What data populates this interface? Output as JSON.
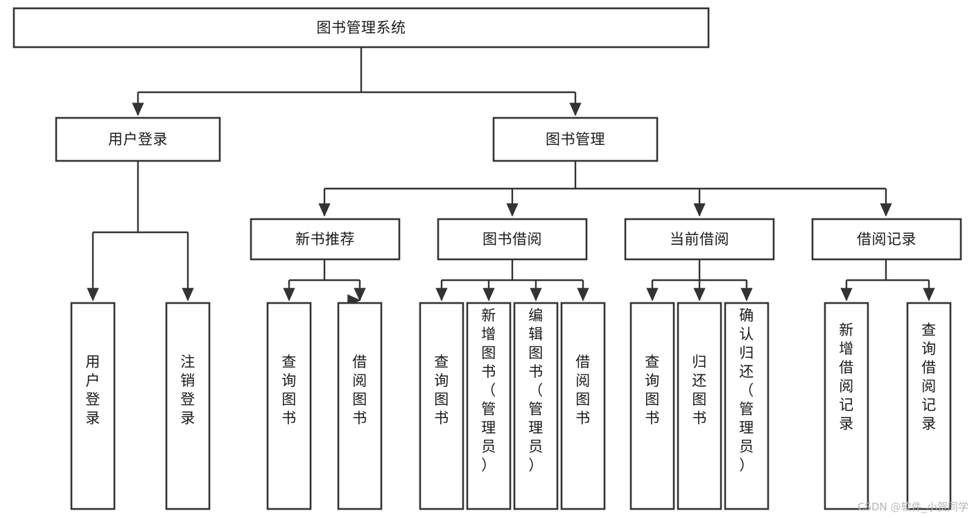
{
  "diagram": {
    "type": "tree-hierarchy-flowchart",
    "title": "图书管理系统",
    "orientation": "top-down",
    "colors": {
      "background": "#ffffff",
      "node_fill": "#ffffff",
      "node_stroke": "#333333",
      "text": "#1a1a1a",
      "watermark": "#b8b8b8"
    },
    "levels": [
      {
        "level": 1,
        "nodes": [
          {
            "id": "root",
            "label": "图书管理系统",
            "orientation": "horizontal"
          }
        ]
      },
      {
        "level": 2,
        "nodes": [
          {
            "id": "login",
            "label": "用户登录",
            "orientation": "horizontal",
            "parent": "root"
          },
          {
            "id": "bookmgmt",
            "label": "图书管理",
            "orientation": "horizontal",
            "parent": "root"
          }
        ]
      },
      {
        "level": 3,
        "nodes": [
          {
            "id": "newbook",
            "label": "新书推荐",
            "orientation": "horizontal",
            "parent": "bookmgmt"
          },
          {
            "id": "borrow",
            "label": "图书借阅",
            "orientation": "horizontal",
            "parent": "bookmgmt"
          },
          {
            "id": "current",
            "label": "当前借阅",
            "orientation": "horizontal",
            "parent": "bookmgmt"
          },
          {
            "id": "record",
            "label": "借阅记录",
            "orientation": "horizontal",
            "parent": "bookmgmt"
          }
        ]
      },
      {
        "level": 4,
        "nodes": [
          {
            "id": "leaf1",
            "label": "用户登录",
            "orientation": "vertical",
            "parent": "login"
          },
          {
            "id": "leaf2",
            "label": "注销登录",
            "orientation": "vertical",
            "parent": "login"
          },
          {
            "id": "leaf3",
            "label": "查询图书",
            "orientation": "vertical",
            "parent": "newbook"
          },
          {
            "id": "leaf4",
            "label": "借阅图书",
            "orientation": "vertical",
            "parent": "newbook"
          },
          {
            "id": "leaf5",
            "label": "查询图书",
            "orientation": "vertical",
            "parent": "borrow"
          },
          {
            "id": "leaf6",
            "label": "新增图书（管理员）",
            "orientation": "vertical",
            "parent": "borrow"
          },
          {
            "id": "leaf7",
            "label": "编辑图书（管理员）",
            "orientation": "vertical",
            "parent": "borrow"
          },
          {
            "id": "leaf8",
            "label": "借阅图书",
            "orientation": "vertical",
            "parent": "borrow"
          },
          {
            "id": "leaf9",
            "label": "查询图书",
            "orientation": "vertical",
            "parent": "current"
          },
          {
            "id": "leaf10",
            "label": "归还图书",
            "orientation": "vertical",
            "parent": "current"
          },
          {
            "id": "leaf11",
            "label": "确认归还（管理员）",
            "orientation": "vertical",
            "parent": "current"
          },
          {
            "id": "leaf12",
            "label": "新增借阅记录",
            "orientation": "vertical",
            "parent": "record"
          },
          {
            "id": "leaf13",
            "label": "查询借阅记录",
            "orientation": "vertical",
            "parent": "record"
          }
        ]
      }
    ]
  },
  "watermark": {
    "text": "CSDN @软件_小贺同学"
  }
}
